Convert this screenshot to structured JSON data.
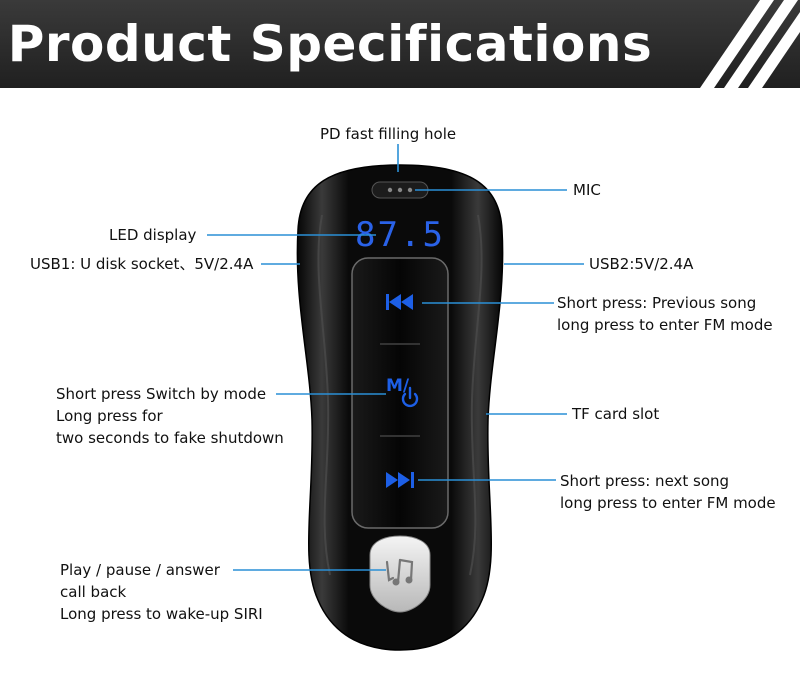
{
  "header": {
    "title": "Product Specifications"
  },
  "device": {
    "display_value": "87.5",
    "mode_button_glyph": "M/"
  },
  "labels": {
    "pd_port": "PD fast filling hole",
    "mic": "MIC",
    "led_display": "LED display",
    "usb1": "USB1: U disk socket、5V/2.4A",
    "usb2": "USB2:5V/2.4A",
    "previous": {
      "line1": "Short press: Previous song",
      "line2": "long press to enter FM mode"
    },
    "mode": {
      "line1": "Short press Switch by mode",
      "line2": "Long press for",
      "line3": "two seconds to fake shutdown"
    },
    "tf_slot": "TF card slot",
    "next": {
      "line1": "Short press: next song",
      "line2": "long press to enter FM mode"
    },
    "play": {
      "line1": "Play / pause / answer",
      "line2": "call back",
      "line3": "Long press to wake-up SIRI"
    }
  },
  "colors": {
    "banner": "#2a2a2a",
    "callout_line": "#2a8fd6",
    "device_body": "#0d0d0d",
    "button_blue": "#1d5fe6",
    "display_blue": "#2a62e8"
  }
}
